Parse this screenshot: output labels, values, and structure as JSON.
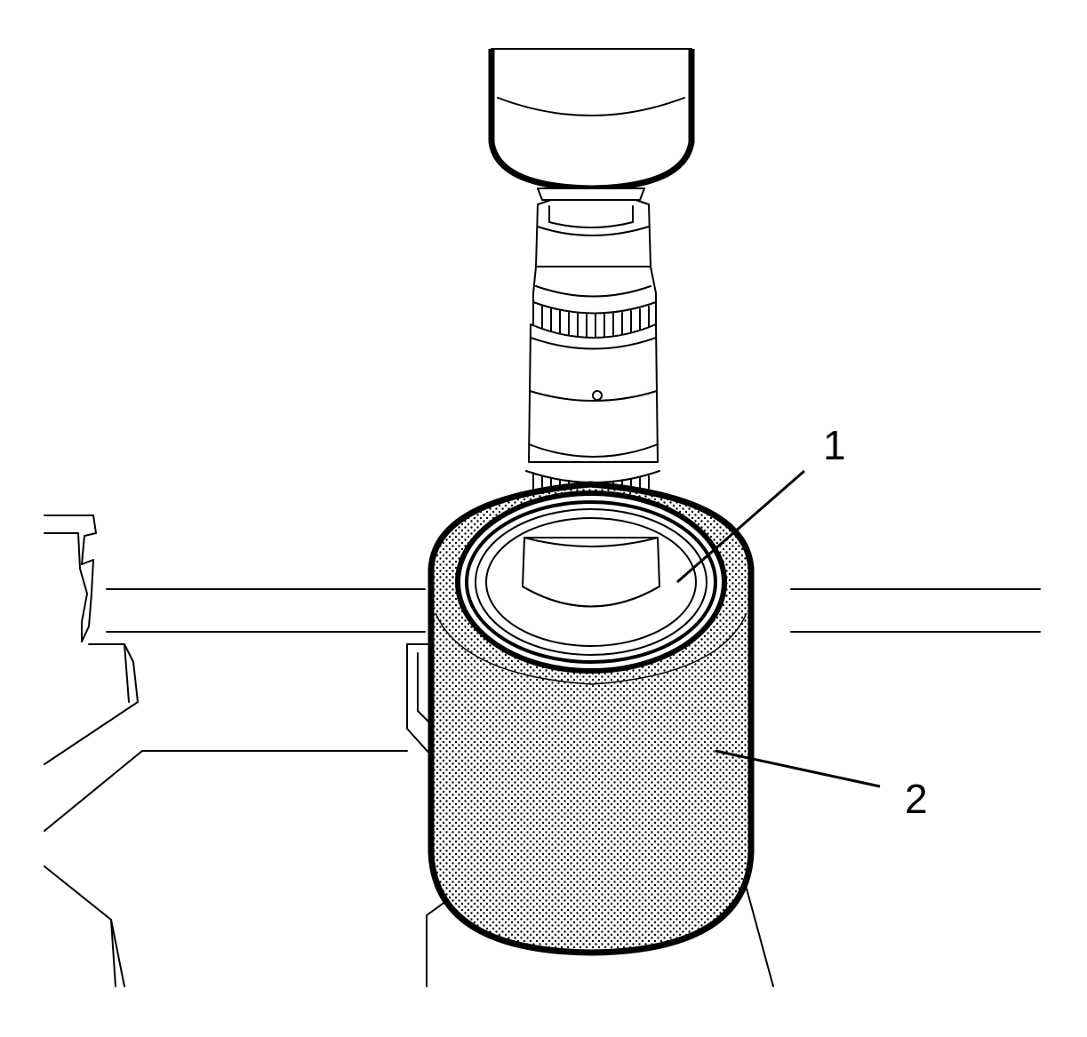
{
  "diagram": {
    "callouts": [
      {
        "id": "1",
        "label": "1"
      },
      {
        "id": "2",
        "label": "2"
      }
    ],
    "colors": {
      "line": "#000000",
      "background": "#ffffff",
      "stipple": "#000000"
    }
  }
}
